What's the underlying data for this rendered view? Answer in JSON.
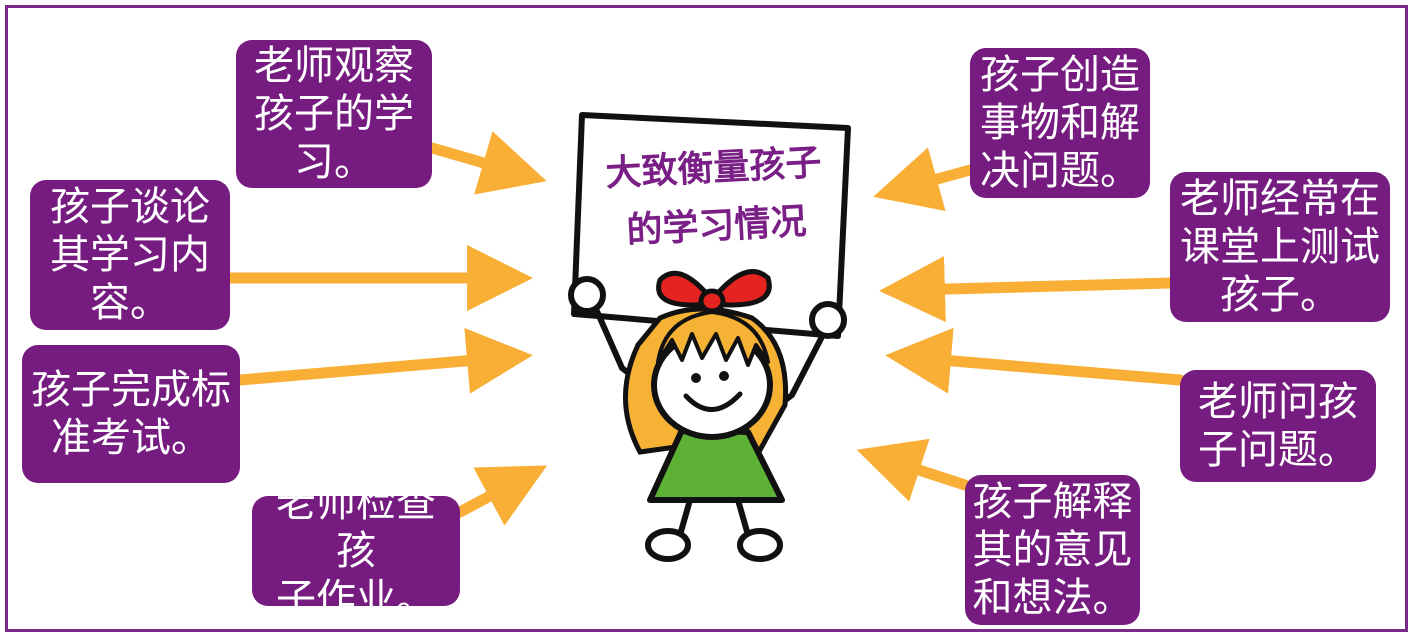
{
  "sign": {
    "text": "大致衡量孩子\n的学习情况"
  },
  "boxes": {
    "teacher_observe": "老师观察\n孩子的学\n习。",
    "child_talk": "孩子谈论\n其学习内\n容。",
    "child_standard_test": "孩子完成标\n准考试。",
    "teacher_check_homework": "老师检查孩\n子作业。",
    "child_create": "孩子创造\n事物和解\n决问题。",
    "teacher_test_class": "老师经常在\n课堂上测试\n孩子。",
    "teacher_ask": "老师问孩\n子问题。",
    "child_explain": "孩子解释\n其的意见\n和想法。"
  },
  "colors": {
    "box": "#761c80",
    "arrow": "#f9ae35",
    "frame": "#7a2a8a",
    "sign_text": "#7a1f86",
    "bow": "#e52421",
    "dress": "#5db135",
    "hair": "#f5b234"
  }
}
